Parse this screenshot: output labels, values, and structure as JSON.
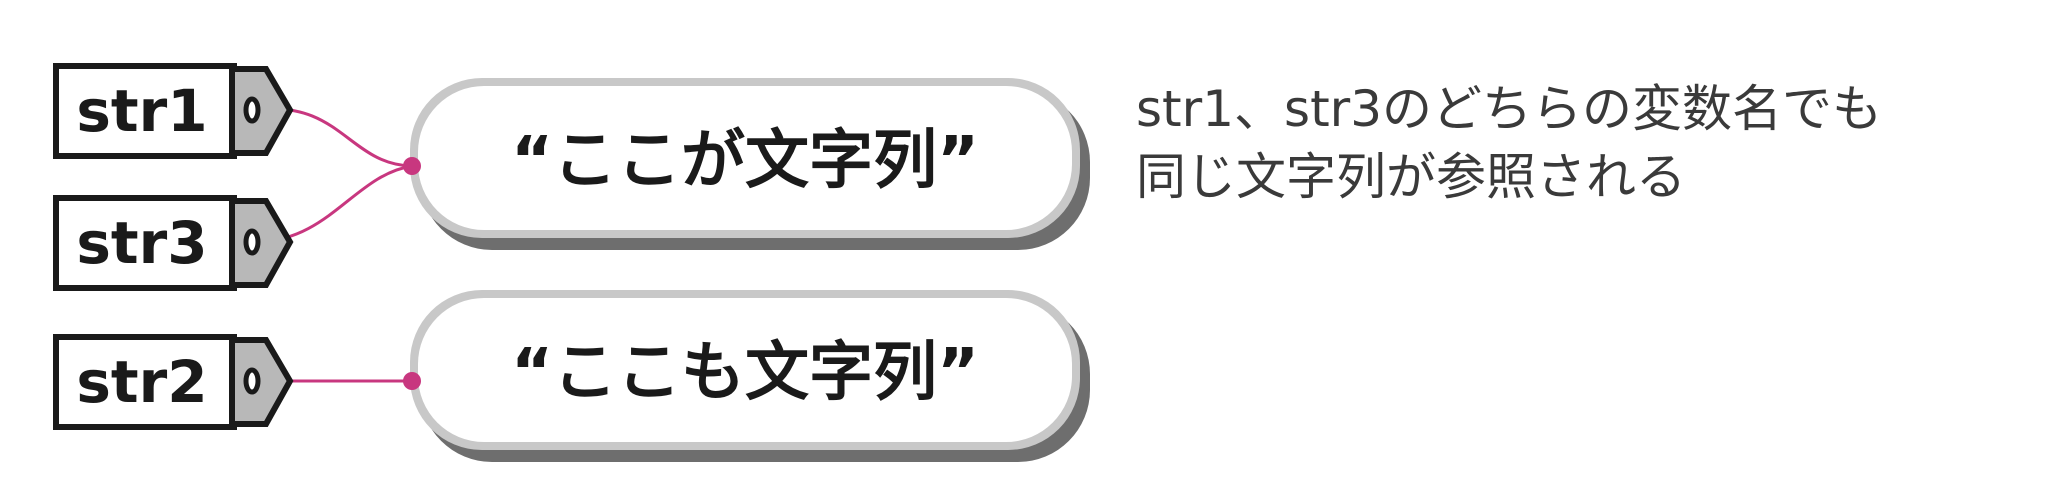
{
  "variables": [
    {
      "id": "str1",
      "label": "str1",
      "target": "string_a"
    },
    {
      "id": "str3",
      "label": "str3",
      "target": "string_a"
    },
    {
      "id": "str2",
      "label": "str2",
      "target": "string_b"
    }
  ],
  "strings": {
    "string_a": {
      "text": "“ここが文字列”"
    },
    "string_b": {
      "text": "“ここも文字列”"
    }
  },
  "note": {
    "line1": "str1、str3のどちらの変数名でも",
    "line2": "同じ文字列が参照される"
  },
  "colors": {
    "connector": "#c8377f",
    "tag_outline": "#1a1a1a",
    "tag_hole_fill": "#b8b8b8",
    "pill_border": "#c8c8c8",
    "pill_shadow": "#6e6e6e"
  }
}
